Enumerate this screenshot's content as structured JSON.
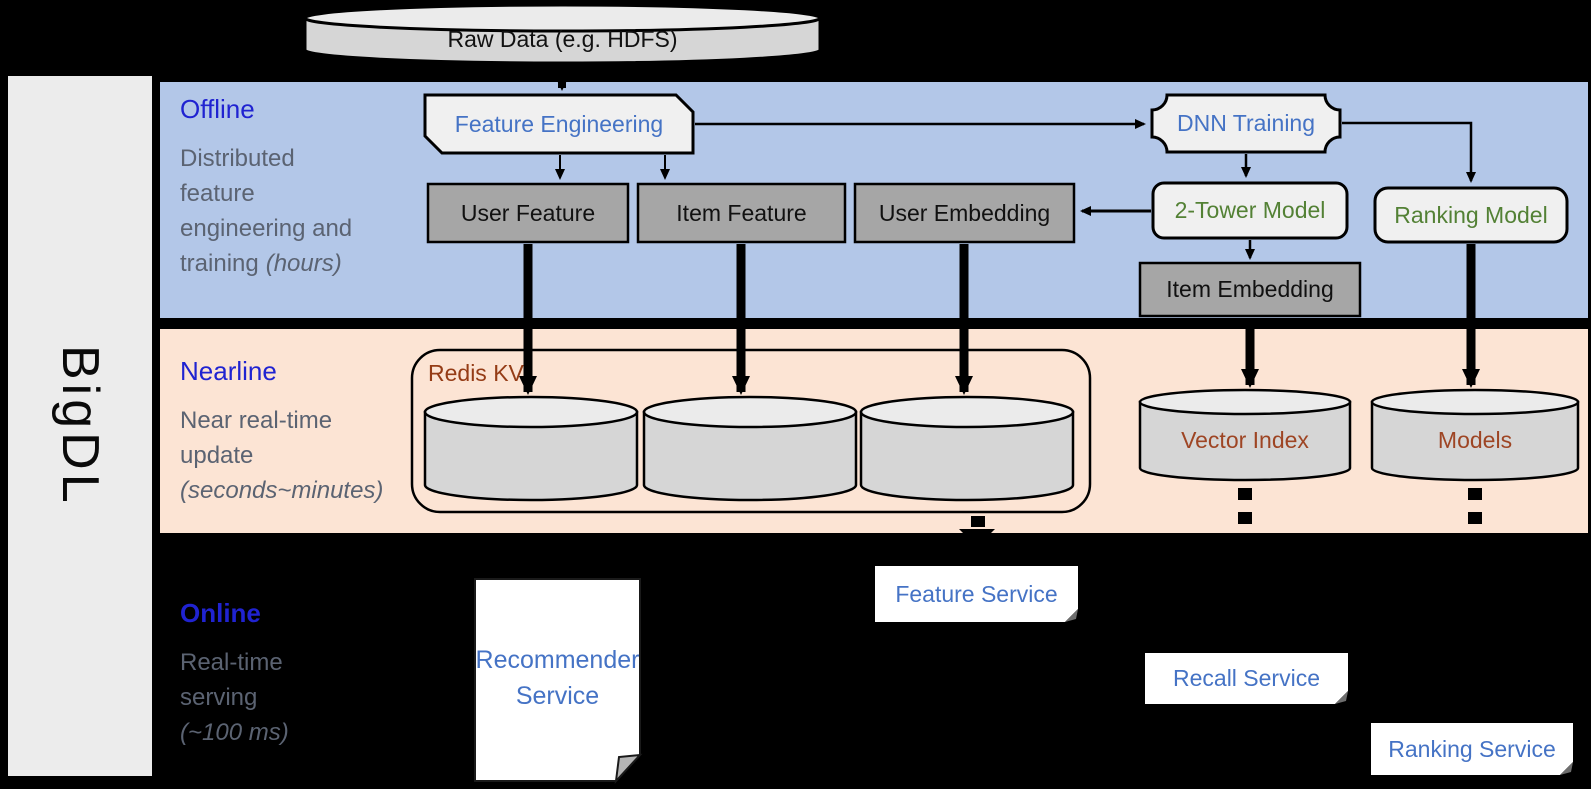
{
  "sidebar": {
    "label": "BigDL"
  },
  "source": {
    "label": "Raw Data (e.g. HDFS)"
  },
  "bands": {
    "offline": {
      "title": "Offline",
      "desc_line1": "Distributed",
      "desc_line2": "feature",
      "desc_line3": "engineering and",
      "desc_line4": "training",
      "desc_line4_italic": "(hours)"
    },
    "nearline": {
      "title": "Nearline",
      "desc_line1": "Near real-time",
      "desc_line2": "update",
      "desc_line3_italic": "(seconds~minutes)"
    },
    "online": {
      "title": "Online",
      "desc_line1": "Real-time",
      "desc_line2": "serving",
      "desc_line3_italic": "(~100 ms)"
    }
  },
  "nodes": {
    "feature_engineering": "Feature Engineering",
    "dnn_training": "DNN Training",
    "user_feature": "User Feature",
    "item_feature": "Item Feature",
    "user_embedding": "User Embedding",
    "two_tower_model": "2-Tower Model",
    "ranking_model": "Ranking Model",
    "item_embedding": "Item Embedding"
  },
  "stores": {
    "redis_kv": "Redis KV",
    "vector_index": "Vector Index",
    "models": "Models"
  },
  "services": {
    "recommender_line1": "Recommender",
    "recommender_line2": "Service",
    "feature_service": "Feature Service",
    "recall_service": "Recall Service",
    "ranking_service": "Ranking Service"
  },
  "colors": {
    "background": "#000000",
    "offline_band": "#b3c7e8",
    "nearline_band": "#fce4d4",
    "sidebar_gray": "#ececec",
    "box_gray": "#a6a6a6",
    "box_light": "#f0f0f0",
    "cylinder_gray": "#d6d6d6",
    "band_title_blue": "#2023d1",
    "caption_gray": "#5b6372",
    "node_text_blue": "#4573c5",
    "node_text_green": "#538135",
    "store_text_brown": "#9e4524",
    "redis_label_brown": "#953c16"
  }
}
